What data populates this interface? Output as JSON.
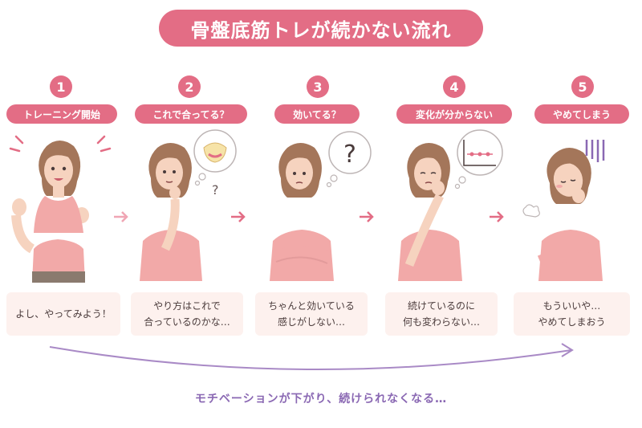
{
  "title": "骨盤底筋トレが続かない流れ",
  "steps": [
    {
      "num": "1",
      "label": "トレーニング開始",
      "caption": "よし、やってみよう！"
    },
    {
      "num": "2",
      "label": "これで合ってる？",
      "caption_line1": "やり方はこれで",
      "caption_line2": "合っているのかな…"
    },
    {
      "num": "3",
      "label": "効いてる？",
      "caption_line1": "ちゃんと効いている",
      "caption_line2": "感じがしない…"
    },
    {
      "num": "4",
      "label": "変化が分からない",
      "caption_line1": "続けているのに",
      "caption_line2": "何も変わらない…"
    },
    {
      "num": "5",
      "label": "やめてしまう",
      "caption_line1": "もういいや…",
      "caption_line2": "やめてしまおう"
    }
  ],
  "thought_question": "?",
  "motivation_text": "モチベーションが下がり、続けられなくなる…",
  "colors": {
    "accent": "#e36d85",
    "purple": "#8a68b3",
    "caption_bg": "#fdf1ee",
    "shirt": "#f2a9a8",
    "hair": "#a4765a"
  }
}
